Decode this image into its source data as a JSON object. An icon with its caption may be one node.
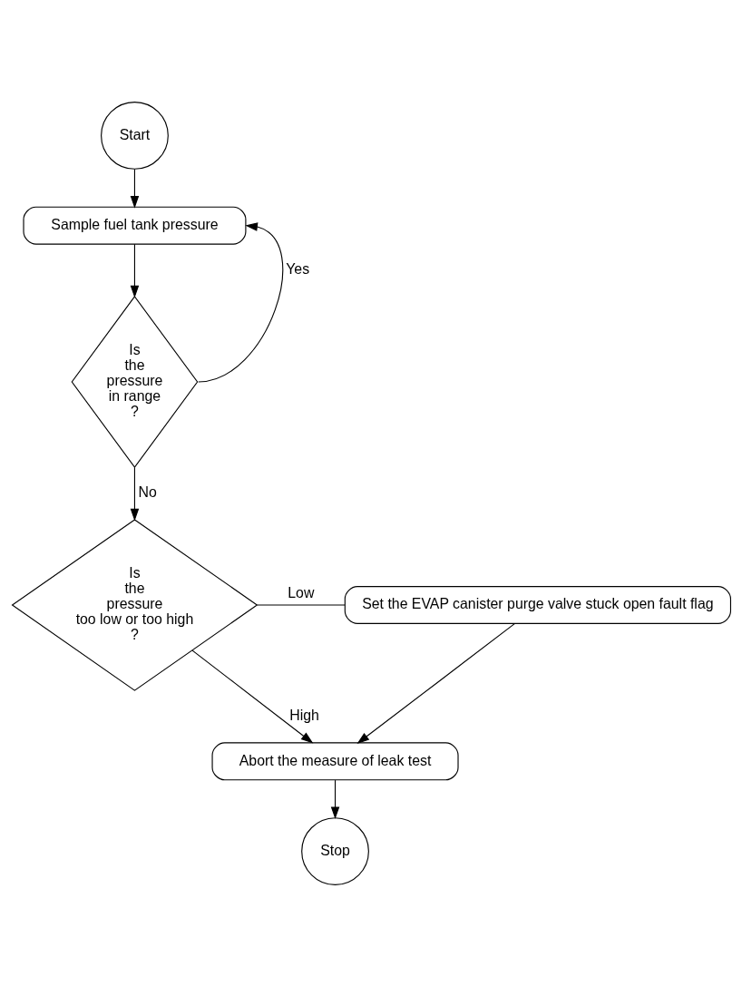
{
  "diagram": {
    "nodes": [
      {
        "text": [
          "Start"
        ]
      },
      {
        "text": [
          "Sample fuel tank pressure"
        ]
      },
      {
        "text": [
          "Is the pressure in range ?"
        ]
      },
      {
        "text": [
          "Is the pressure too low or too high ?"
        ]
      },
      {
        "text": [
          "Set the EVAP canister purge valve stuck open fault flag"
        ]
      },
      {
        "text": [
          "Abort the measure of leak test"
        ]
      },
      {
        "text": [
          "Stop"
        ]
      }
    ],
    "edges": [
      {
        "from": 0,
        "to": 1,
        "arrow": "to"
      },
      {
        "from": 1,
        "to": 2,
        "arrow": "to"
      },
      {
        "from": 2,
        "to": 1,
        "label": "Yes",
        "arrow": "to"
      },
      {
        "from": 2,
        "to": 3,
        "label": "No",
        "arrow": "to"
      },
      {
        "from": 3,
        "to": 4,
        "label": "Low",
        "arrow": "none"
      },
      {
        "from": 4,
        "to": 5,
        "arrow": "to"
      },
      {
        "from": 3,
        "to": 5,
        "label": "High",
        "arrow": "to"
      },
      {
        "from": 5,
        "to": 6,
        "arrow": "to"
      }
    ]
  }
}
